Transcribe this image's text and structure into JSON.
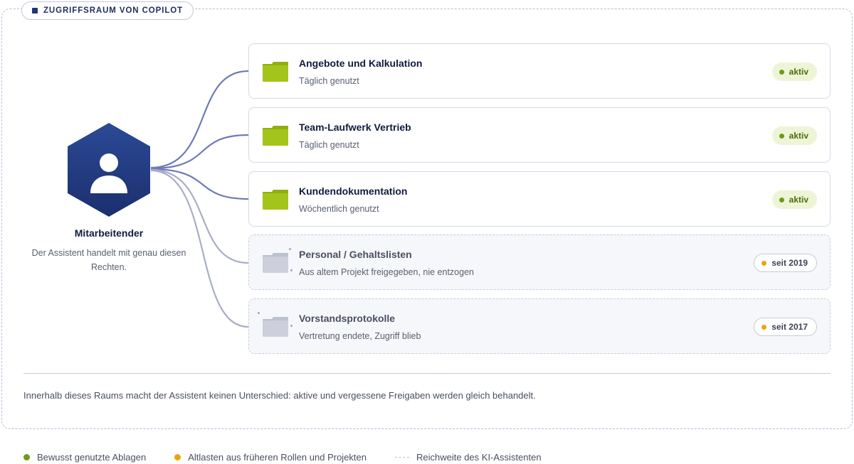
{
  "scope": {
    "label": "ZUGRIFFSRAUM VON COPILOT"
  },
  "person": {
    "name": "Mitarbeitender",
    "description": "Der Assistent handelt mit genau diesen Rechten.",
    "icon": "user-icon"
  },
  "colors": {
    "navy": "#1f3577",
    "active_folder": "#a3c41a",
    "active_dot": "#6f9a1a",
    "stale_dot": "#e8a412",
    "stale_folder": "#cdd0dc",
    "active_line": "#6f7ab8",
    "stale_line": "#a8adc6"
  },
  "folders": [
    {
      "title": "Angebote und Kalkulation",
      "usage": "Täglich genutzt",
      "status": "aktiv",
      "state": "active"
    },
    {
      "title": "Team-Laufwerk Vertrieb",
      "usage": "Täglich genutzt",
      "status": "aktiv",
      "state": "active"
    },
    {
      "title": "Kundendokumentation",
      "usage": "Wöchentlich genutzt",
      "status": "aktiv",
      "state": "active"
    },
    {
      "title": "Personal / Gehaltslisten",
      "usage": "Aus altem Projekt freigegeben, nie entzogen",
      "status": "seit 2019",
      "state": "stale"
    },
    {
      "title": "Vorstandsprotokolle",
      "usage": "Vertretung endete, Zugriff blieb",
      "status": "seit 2017",
      "state": "stale"
    }
  ],
  "footnote": "Innerhalb dieses Raums macht der Assistent keinen Unterschied: aktive und vergessene Freigaben werden gleich behandelt.",
  "legend": {
    "active": "Bewusst genutzte Ablagen",
    "stale": "Altlasten aus früheren Rollen und Projekten",
    "scope": "Reichweite des KI-Assistenten"
  }
}
